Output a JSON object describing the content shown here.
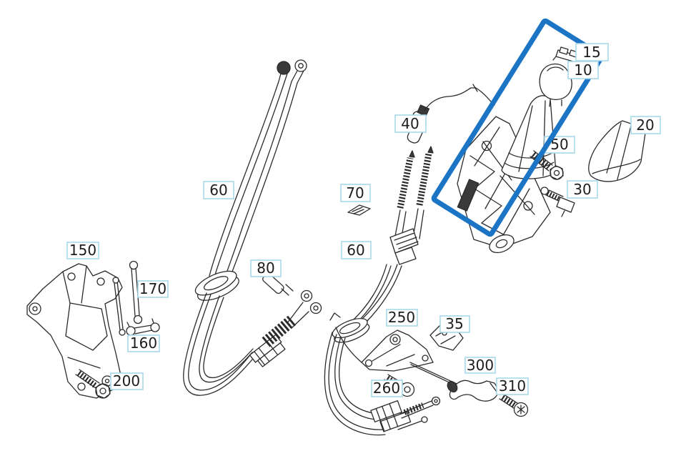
{
  "diagram": {
    "kind": "exploded-parts-diagram",
    "line_color": "#2b2b2b",
    "highlight_color": "#1b74c4",
    "callout_border_color": "#a8d8ea",
    "background_color": "#ffffff",
    "callouts": [
      {
        "id": "15",
        "label": "15"
      },
      {
        "id": "10",
        "label": "10"
      },
      {
        "id": "20",
        "label": "20"
      },
      {
        "id": "40",
        "label": "40"
      },
      {
        "id": "50",
        "label": "50"
      },
      {
        "id": "30",
        "label": "30"
      },
      {
        "id": "60-left",
        "label": "60"
      },
      {
        "id": "70",
        "label": "70"
      },
      {
        "id": "60-right",
        "label": "60"
      },
      {
        "id": "80",
        "label": "80"
      },
      {
        "id": "150",
        "label": "150"
      },
      {
        "id": "170",
        "label": "170"
      },
      {
        "id": "160",
        "label": "160"
      },
      {
        "id": "200",
        "label": "200"
      },
      {
        "id": "250",
        "label": "250"
      },
      {
        "id": "35",
        "label": "35"
      },
      {
        "id": "260",
        "label": "260"
      },
      {
        "id": "300",
        "label": "300"
      },
      {
        "id": "310",
        "label": "310"
      }
    ]
  }
}
